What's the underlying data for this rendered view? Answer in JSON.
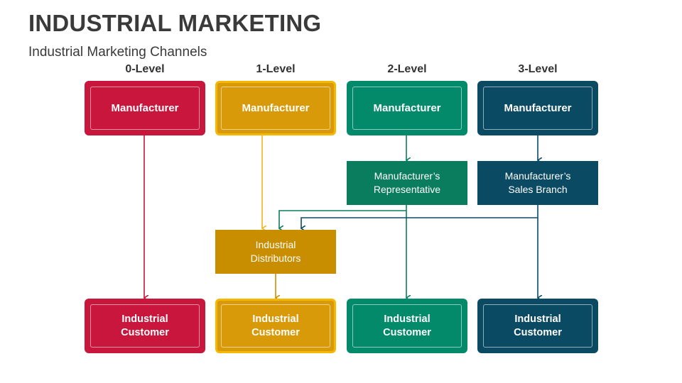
{
  "title": "INDUSTRIAL MARKETING",
  "subtitle": "Industrial Marketing Channels",
  "colors": {
    "red": "#c8163c",
    "yellow": "#d99a0a",
    "yellow_border": "#f5b700",
    "green": "#028a6a",
    "green_mid": "#0b7d5f",
    "navy": "#0b4a63",
    "distributor": "#c98d00"
  },
  "levels": [
    {
      "label": "0-Level",
      "top": "Manufacturer",
      "bottom_line1": "Industrial",
      "bottom_line2": "Customer"
    },
    {
      "label": "1-Level",
      "top": "Manufacturer",
      "bottom_line1": "Industrial",
      "bottom_line2": "Customer"
    },
    {
      "label": "2-Level",
      "top": "Manufacturer",
      "bottom_line1": "Industrial",
      "bottom_line2": "Customer"
    },
    {
      "label": "3-Level",
      "top": "Manufacturer",
      "bottom_line1": "Industrial",
      "bottom_line2": "Customer"
    }
  ],
  "intermediaries": {
    "representative_line1": "Manufacturer’s",
    "representative_line2": "Representative",
    "sales_branch_line1": "Manufacturer’s",
    "sales_branch_line2": "Sales Branch",
    "distributors_line1": "Industrial",
    "distributors_line2": "Distributors"
  }
}
